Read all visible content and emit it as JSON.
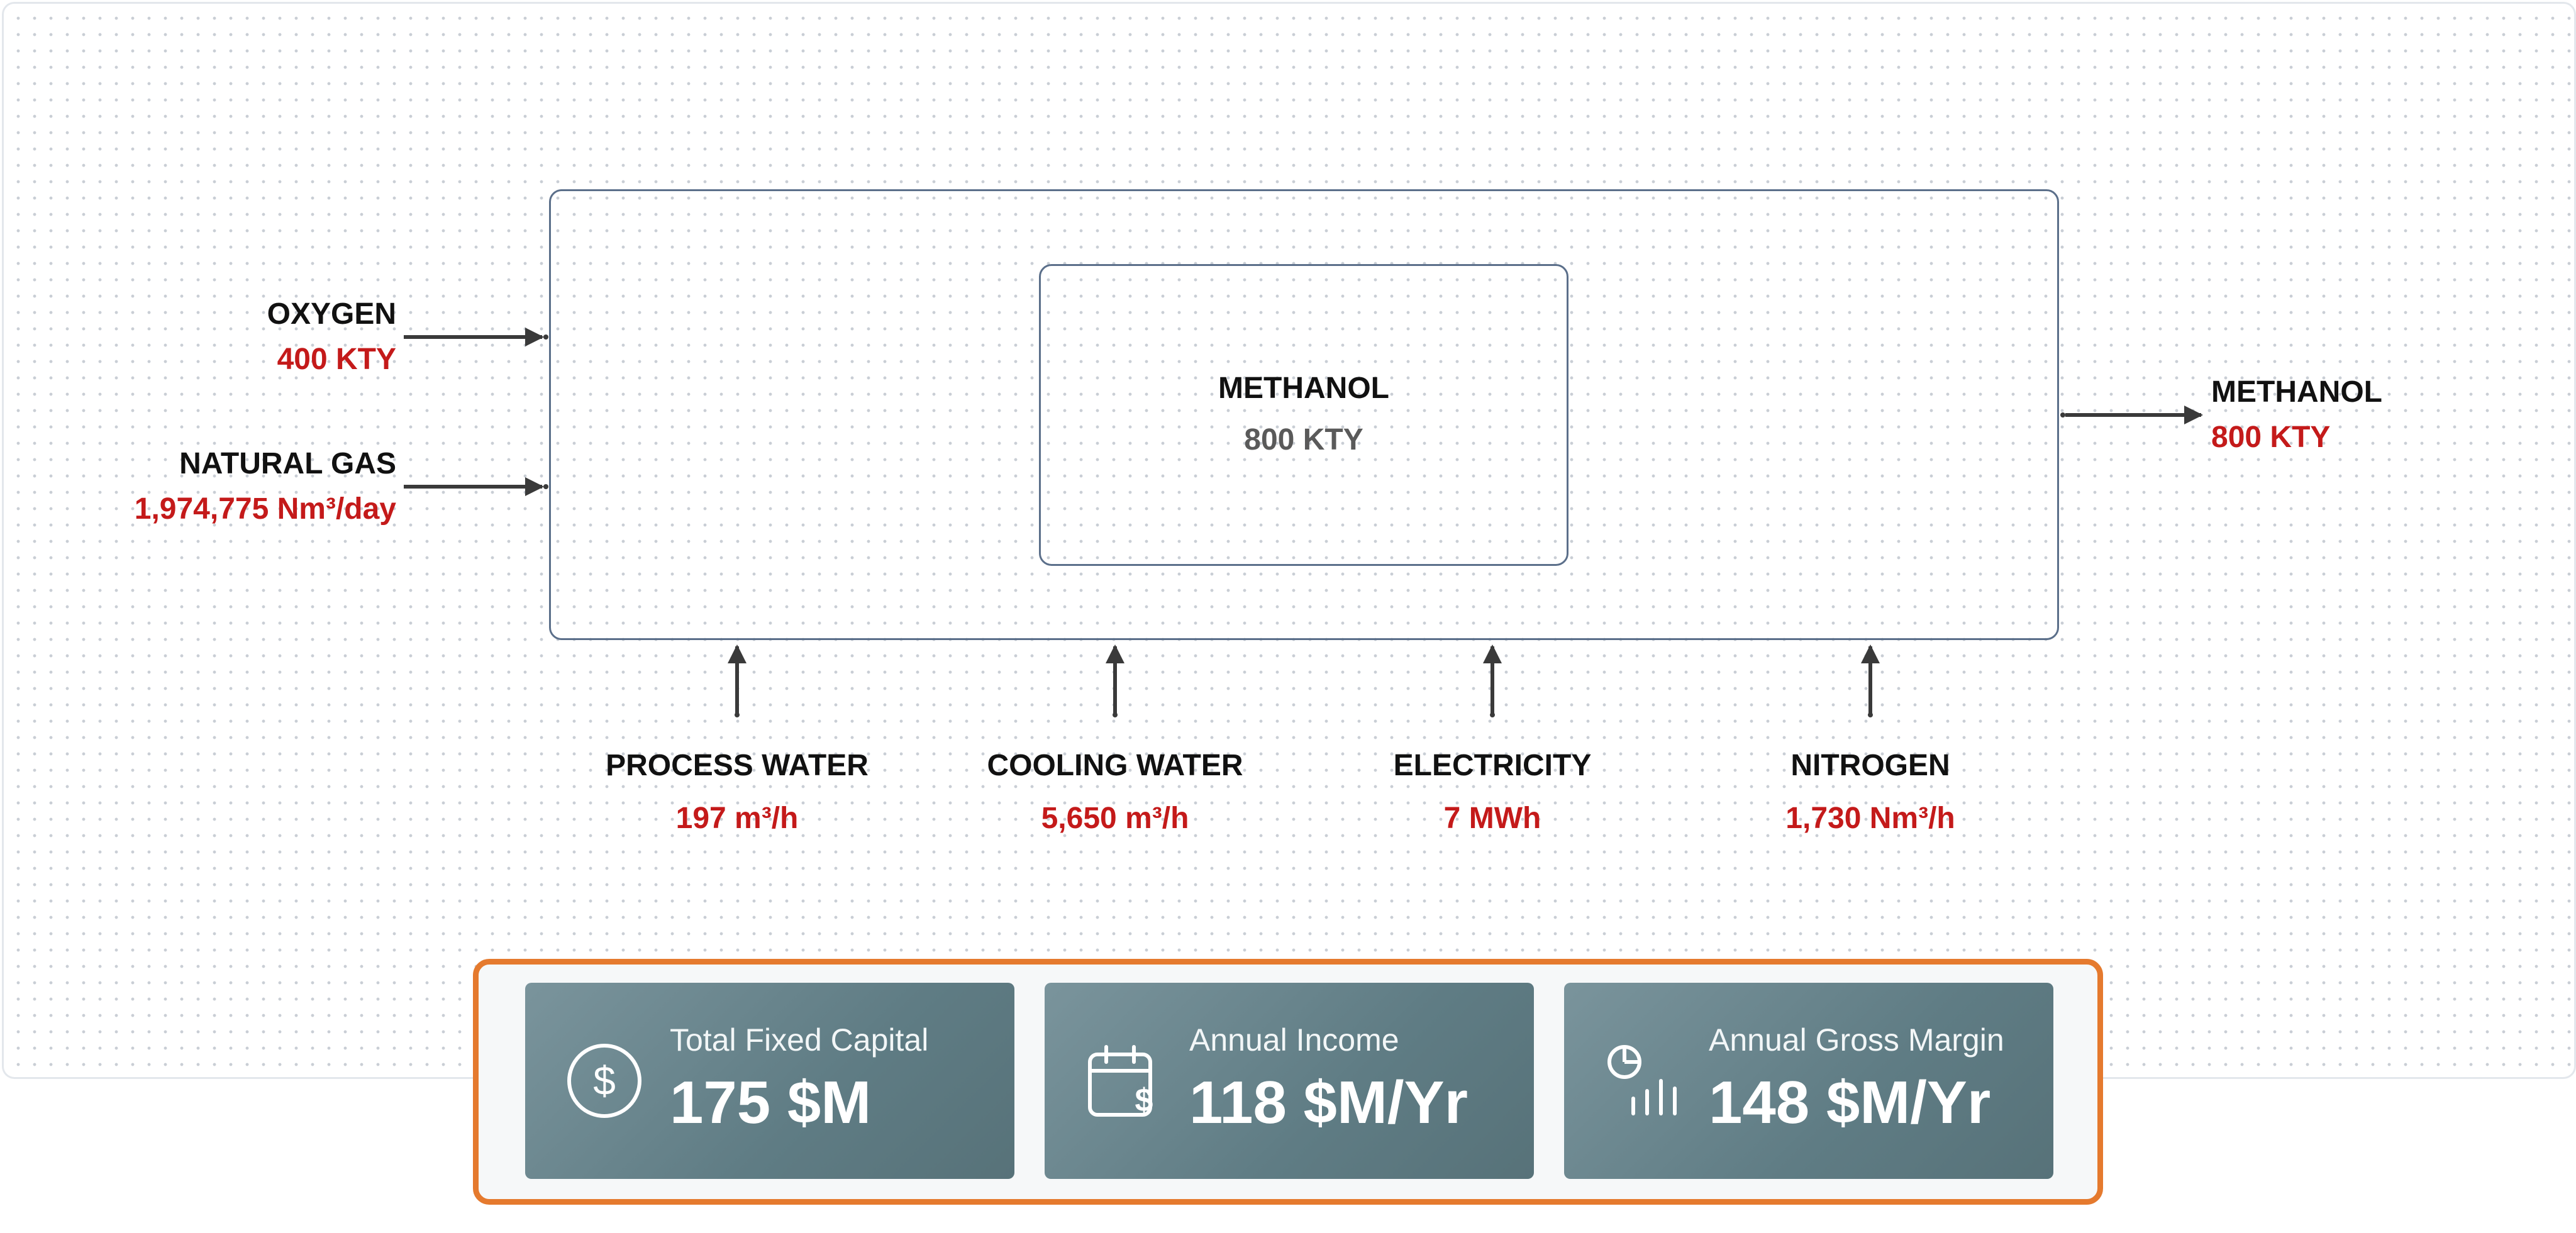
{
  "colors": {
    "value_red": "#c41a1a",
    "box_border": "#5b6f8a",
    "kpi_frame": "#e57a2e",
    "kpi_card": "#6a868e",
    "arrow": "#3a3a3a"
  },
  "process": {
    "unit": {
      "name": "METHANOL",
      "capacity": "800 KTY"
    }
  },
  "inputs_left": [
    {
      "name": "OXYGEN",
      "value": "400 KTY"
    },
    {
      "name": "NATURAL GAS",
      "value": "1,974,775 Nm³/day"
    }
  ],
  "outputs_right": [
    {
      "name": "METHANOL",
      "value": "800 KTY"
    }
  ],
  "utilities_bottom": [
    {
      "name": "PROCESS WATER",
      "value": "197 m³/h"
    },
    {
      "name": "COOLING WATER",
      "value": "5,650 m³/h"
    },
    {
      "name": "ELECTRICITY",
      "value": "7 MWh"
    },
    {
      "name": "NITROGEN",
      "value": "1,730 Nm³/h"
    }
  ],
  "kpis": [
    {
      "label": "Total Fixed Capital",
      "value": "175 $M",
      "icon": "dollar-circle-icon"
    },
    {
      "label": "Annual Income",
      "value": "118 $M/Yr",
      "icon": "calendar-dollar-icon"
    },
    {
      "label": "Annual Gross Margin",
      "value": "148 $M/Yr",
      "icon": "pie-bar-chart-icon"
    }
  ]
}
